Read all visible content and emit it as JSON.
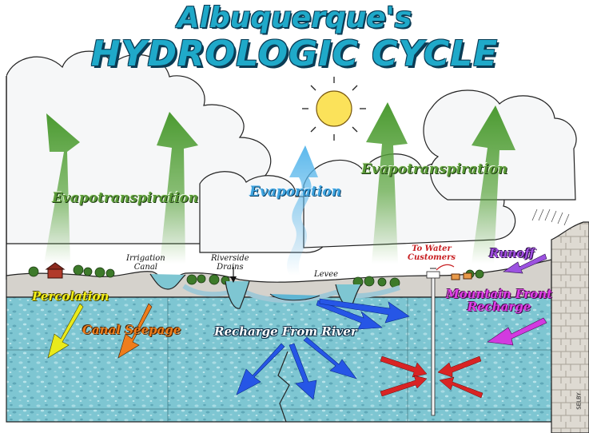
{
  "title": {
    "line1": "Albuquerque's",
    "line2": "HYDROLOGIC CYCLE"
  },
  "labels": {
    "evapotranspiration_left": "Evapotranspiration",
    "evapotranspiration_right": "Evapotranspiration",
    "evaporation": "Evaporation",
    "irrigation_canal": "Irrigation\nCanal",
    "riverside_drains": "Riverside\nDrains",
    "levee": "Levee",
    "to_water_customers": "To Water\nCustomers",
    "runoff": "Runoff",
    "percolation": "Percolation",
    "canal_seepage": "Canal Seepage",
    "recharge_from_river": "Recharge From River",
    "mountain_front_recharge": "Mountain Front\nRecharge"
  },
  "signature": "SELBY",
  "colors": {
    "sky": "#ffffff",
    "cloud": "#f6f7f8",
    "cloud_shadow": "#d6dbe0",
    "ground_surface": "#d5d2cc",
    "aquifer": "#7ec6d2",
    "aquifer_deep": "#6fb9c9",
    "evapotranspiration_arrow": "#5aa53d",
    "evaporation_arrow": "#5bb8ec",
    "recharge_arrow": "#2656e6",
    "percolation_arrow": "#e9ea1b",
    "canal_seepage_arrow": "#ee7d1c",
    "pumping_arrow": "#d82424",
    "mountain_recharge_arrow": "#d23ae0",
    "runoff_arrow": "#9c52e0",
    "sun": "#fbe25a"
  }
}
